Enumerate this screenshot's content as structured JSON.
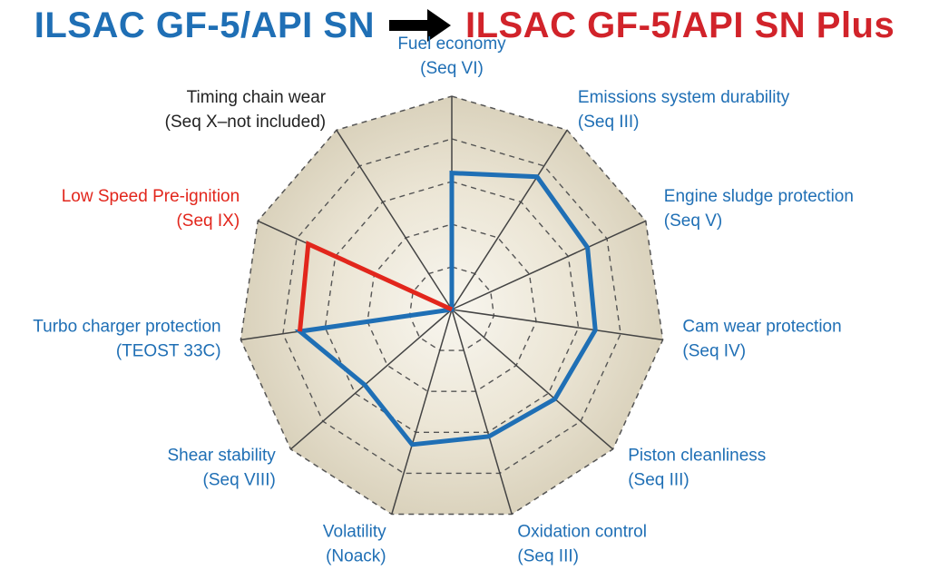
{
  "title": {
    "left": "ILSAC GF-5/API SN",
    "right": "ILSAC GF-5/API SN Plus",
    "left_color": "#1f6fb5",
    "right_color": "#d1232a",
    "arrow_icon": "arrow-right-icon"
  },
  "colors": {
    "blue": "#1f6fb5",
    "red": "#e2261c",
    "black": "#222222",
    "fill_outer": "#d9d1bb",
    "fill_inner": "#f8f6ef",
    "grid": "#555555"
  },
  "chart_data": {
    "type": "radar",
    "title": "",
    "rmax": 5,
    "grid_levels": [
      1,
      2,
      3,
      4,
      5
    ],
    "axes": [
      {
        "line1": "Fuel economy",
        "line2": "(Seq VI)",
        "color": "blue"
      },
      {
        "line1": "Emissions system durability",
        "line2": "(Seq III)",
        "color": "blue"
      },
      {
        "line1": "Engine sludge protection",
        "line2": "(Seq V)",
        "color": "blue"
      },
      {
        "line1": "Cam wear protection",
        "line2": "(Seq IV)",
        "color": "blue"
      },
      {
        "line1": "Piston cleanliness",
        "line2": "(Seq III)",
        "color": "blue"
      },
      {
        "line1": "Oxidation control",
        "line2": "(Seq III)",
        "color": "blue"
      },
      {
        "line1": "Volatility",
        "line2": "(Noack)",
        "color": "blue"
      },
      {
        "line1": "Shear stability",
        "line2": "(Seq VIII)",
        "color": "blue"
      },
      {
        "line1": "Turbo charger protection",
        "line2": "(TEOST 33C)",
        "color": "blue"
      },
      {
        "line1": "Low Speed Pre-ignition",
        "line2": "(Seq IX)",
        "color": "red"
      },
      {
        "line1": "Timing chain wear",
        "line2": "(Seq X–not included)",
        "color": "black"
      }
    ],
    "series": [
      {
        "color": "#1f6fb5",
        "values": [
          3.2,
          3.7,
          3.5,
          3.4,
          3.2,
          3.1,
          3.3,
          2.7,
          3.6,
          0,
          0
        ],
        "closed": true
      },
      {
        "color": "#e2261c",
        "values": [
          null,
          null,
          null,
          null,
          null,
          null,
          null,
          null,
          3.6,
          3.7,
          0
        ],
        "closed": false
      }
    ]
  }
}
